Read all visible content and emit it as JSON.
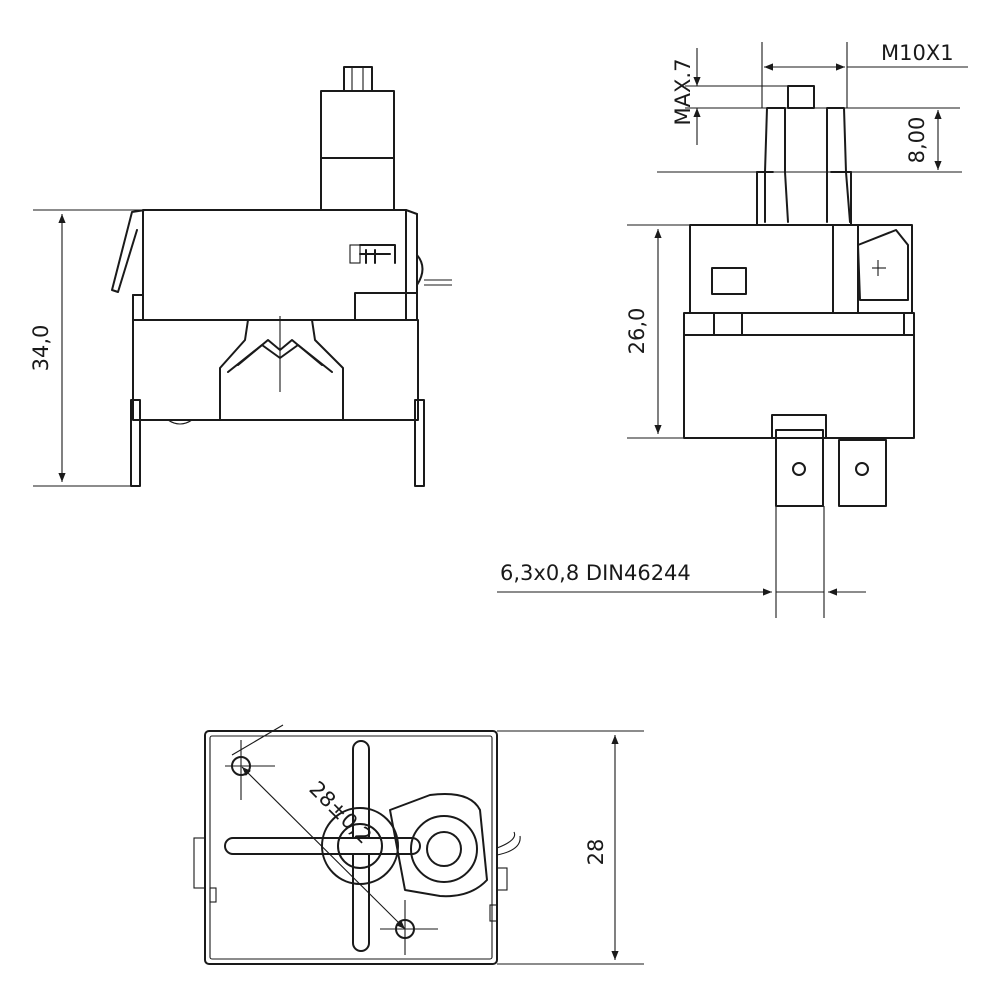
{
  "drawing": {
    "dimensions": {
      "front_height": "34,0",
      "side_height": "26,0",
      "thread": "M10X1",
      "shaft_max": "MAX.7",
      "shaft_length": "8,00",
      "terminal": "6,3x0,8 DIN46244",
      "bottom_height": "28",
      "hole_spacing": "28±0,2"
    },
    "colors": {
      "line": "#1a1a1a",
      "background": "#ffffff"
    }
  }
}
